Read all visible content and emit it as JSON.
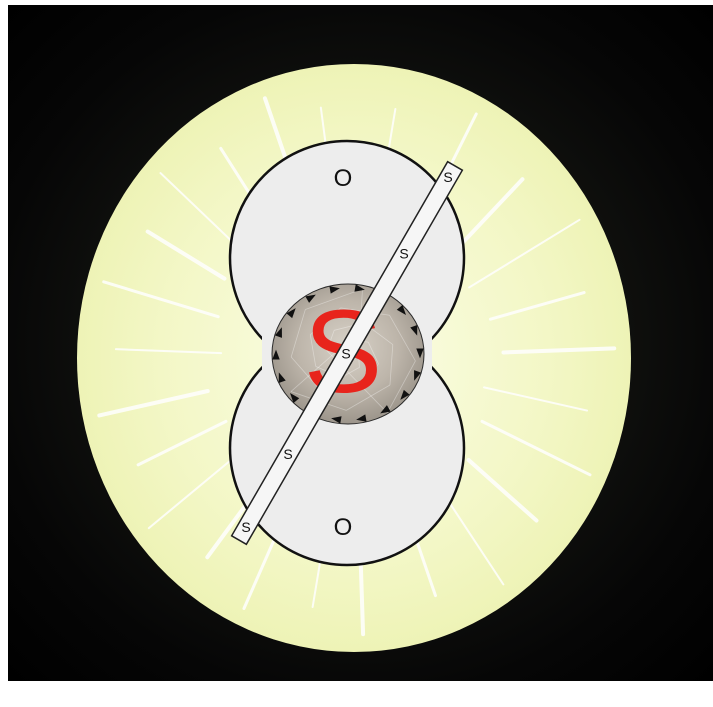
{
  "diagram": {
    "top_lobe_label": "O",
    "bottom_lobe_label": "O",
    "center_label": "S",
    "bar_labels": [
      "S",
      "S",
      "S",
      "S",
      "S"
    ],
    "colors": {
      "background": "#0b0c0a",
      "glow": "#f3f7c8",
      "lobe_fill": "#ededed",
      "center_letter": "#e8241c",
      "core": "#b9b2a8",
      "bar": "#f6f6f6"
    }
  }
}
